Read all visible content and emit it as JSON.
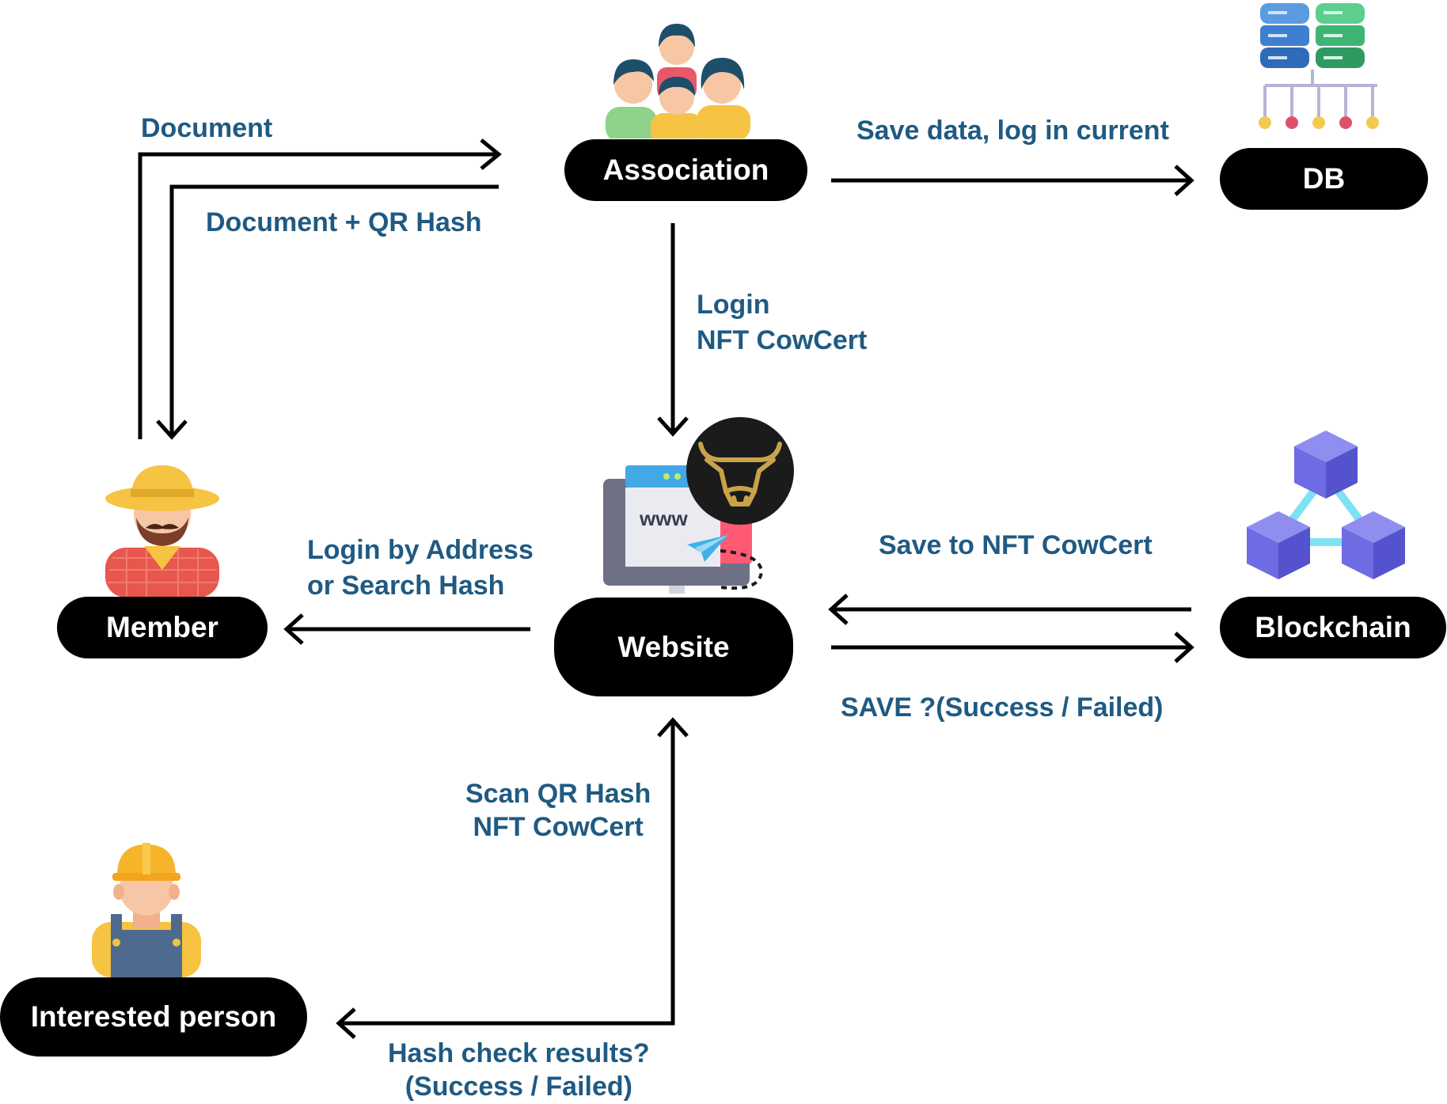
{
  "nodes": {
    "association": "Association",
    "db": "DB",
    "member": "Member",
    "website": "Website",
    "blockchain": "Blockchain",
    "interested": "Interested person"
  },
  "labels": {
    "document": "Document",
    "document_qr": "Document + QR Hash",
    "save_data": "Save data, log in current",
    "login_1": "Login",
    "login_2": "NFT CowCert",
    "login_addr_1": "Login by Address",
    "login_addr_2": "or Search Hash",
    "save_nft": "Save to NFT CowCert",
    "save_result": "SAVE ?(Success /  Failed)",
    "scan_1": "Scan QR Hash",
    "scan_2": "NFT CowCert",
    "hash_1": "Hash check results?",
    "hash_2": "(Success /  Failed)"
  },
  "browser_text": "www",
  "colors": {
    "label": "#1f5a82",
    "node_bg": "#000000",
    "line": "#000000"
  },
  "icons": {
    "association": "group-of-people-icon",
    "db": "database-servers-icon",
    "member": "farmer-icon",
    "website": "browser-window-icon",
    "cowcert": "cow-head-logo-icon",
    "blockchain": "blockchain-cubes-icon",
    "interested": "worker-icon"
  }
}
